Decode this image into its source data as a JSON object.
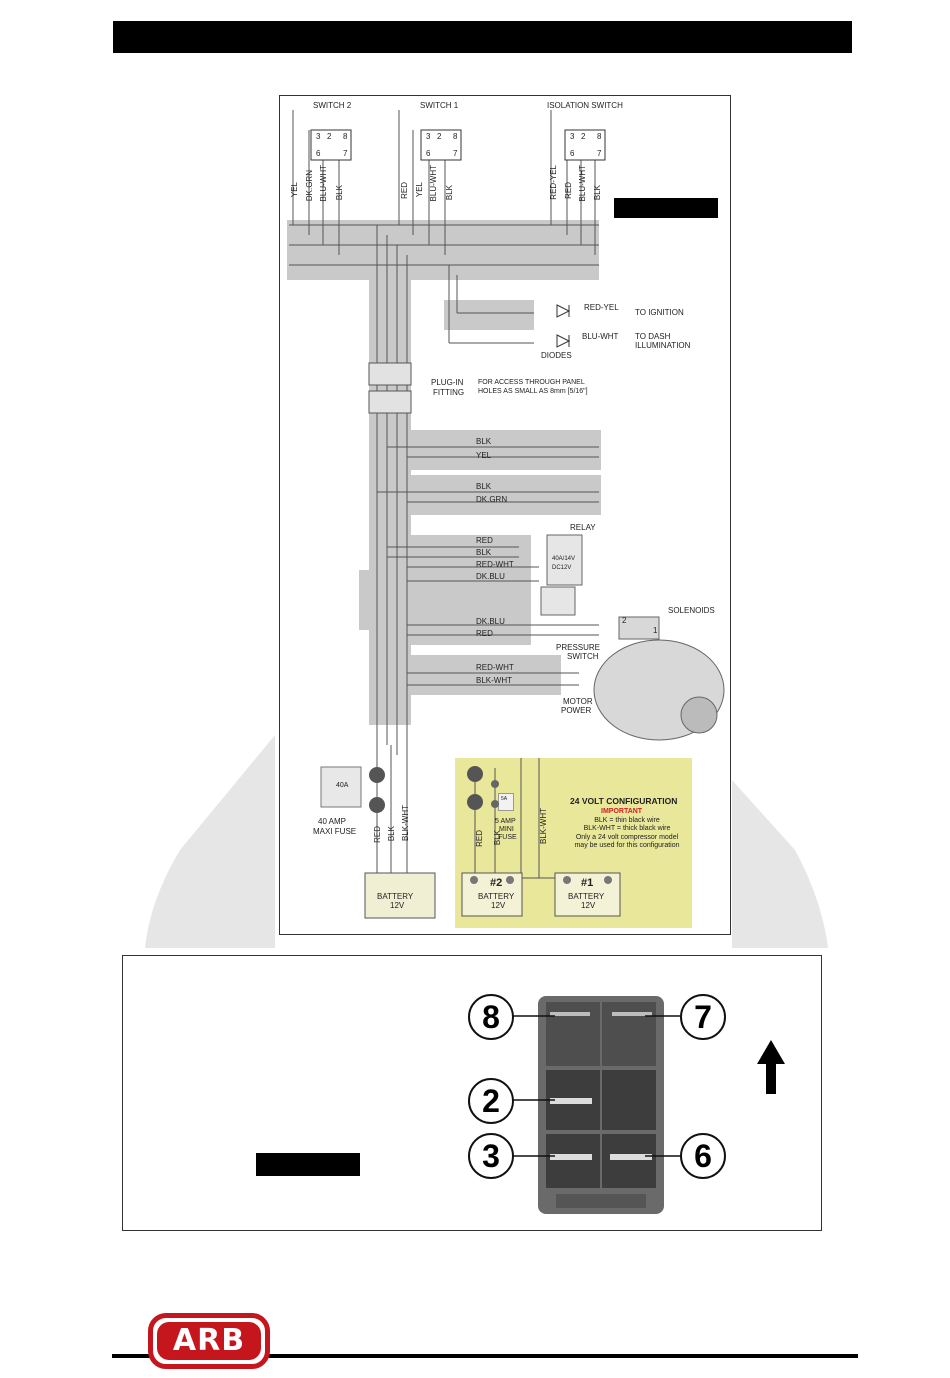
{
  "diagram": {
    "switches": {
      "switch2": "SWITCH 2",
      "switch1": "SWITCH 1",
      "isolation": "ISOLATION SWITCH"
    },
    "pins": {
      "p3": "3",
      "p2": "2",
      "p8": "8",
      "p6": "6",
      "p7": "7"
    },
    "switch2_wires": [
      "YEL",
      "DK.GRN",
      "BLU-WHT",
      "BLK"
    ],
    "switch1_wires": [
      "RED",
      "YEL",
      "BLU-WHT",
      "BLK"
    ],
    "isolation_wires": [
      "RED-YEL",
      "RED",
      "BLU-WHT",
      "BLK"
    ],
    "diode_rows": {
      "red_yel": "RED-YEL",
      "to_ignition": "TO IGNITION",
      "blu_wht": "BLU-WHT",
      "to_dash": "TO DASH",
      "illumination": "ILLUMINATION",
      "diodes": "DIODES"
    },
    "plug_in": {
      "line1": "PLUG-IN",
      "line2": "FITTING"
    },
    "access_note": {
      "line1": "FOR ACCESS THROUGH PANEL",
      "line2": "HOLES AS SMALL AS 8mm [5/16\"]"
    },
    "harness_labels": {
      "blk1": "BLK",
      "yel": "YEL",
      "blk2": "BLK",
      "dkgrn": "DK.GRN",
      "red1": "RED",
      "blk3": "BLK",
      "redwht1": "RED-WHT",
      "dkblu1": "DK.BLU",
      "dkblu2": "DK.BLU",
      "red2": "RED",
      "redwht2": "RED-WHT",
      "blkwht": "BLK-WHT"
    },
    "relay": {
      "label": "RELAY",
      "face1": "40A/14V",
      "face2": "DC12V"
    },
    "solenoids": {
      "label": "SOLENOIDS",
      "num2": "2",
      "num1": "1"
    },
    "pressure_switch": {
      "line1": "PRESSURE",
      "line2": "SWITCH"
    },
    "motor_power": {
      "line1": "MOTOR",
      "line2": "POWER"
    },
    "maxi_fuse": {
      "rating": "40A",
      "line1": "40 AMP",
      "line2": "MAXI FUSE"
    },
    "battery_wires": [
      "RED",
      "BLK",
      "BLK-WHT"
    ],
    "battery_main": {
      "line1": "BATTERY",
      "line2": "12V"
    },
    "config_24v": {
      "title": "24 VOLT CONFIGURATION",
      "important": "IMPORTANT",
      "note1": "BLK = thin black wire",
      "note2": "BLK-WHT = thick black wire",
      "note3": "Only a 24 volt compressor model",
      "note4": "may be used for this configuration",
      "mini_fuse_rating": "5A",
      "mini_fuse1": "5 AMP",
      "mini_fuse2": "MINI",
      "mini_fuse3": "FUSE",
      "wires": [
        "RED",
        "BLK",
        "BLK-WHT"
      ],
      "battery2_num": "#2",
      "battery1_num": "#1",
      "battery_label": "BATTERY",
      "battery_volt": "12V"
    }
  },
  "switch_photo": {
    "callouts": {
      "c8": "8",
      "c7": "7",
      "c2": "2",
      "c3": "3",
      "c6": "6"
    }
  },
  "logo": {
    "text": "ARB"
  },
  "colors": {
    "harness": "#c8c8c8",
    "logo_red": "#c4161c",
    "config_bg": "#e9e79a"
  }
}
